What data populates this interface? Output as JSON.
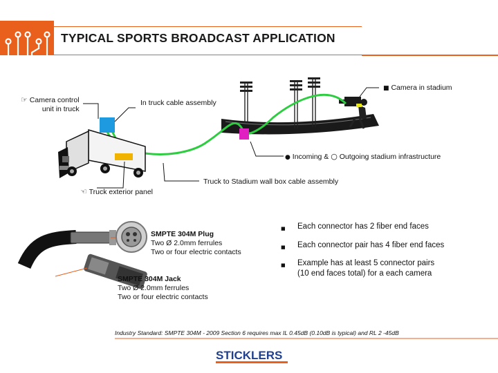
{
  "header": {
    "title": "TYPICAL SPORTS BROADCAST APPLICATION"
  },
  "labels": {
    "camera_control_glyph": "☞",
    "camera_control_line1": "Camera control",
    "camera_control_line2": "unit in truck",
    "in_truck_cable": "In truck cable assembly",
    "camera_glyph": "■",
    "camera_in_stadium": "Camera in stadium",
    "incoming_glyph": "●",
    "incoming": "Incoming &",
    "outgoing_glyph": "○",
    "outgoing": "Outgoing stadium infrastructure",
    "truck_to_stadium": "Truck to Stadium wall box cable assembly",
    "truck_exterior_glyph": "☜",
    "truck_exterior": "Truck exterior panel"
  },
  "connectors": {
    "plug": {
      "title": "SMPTE 304M Plug",
      "line1": "Two Ø 2.0mm ferrules",
      "line2": "Two or four electric contacts"
    },
    "jack": {
      "title": "SMPTE 304M Jack",
      "line1": "Two Ø 2.0mm ferrules",
      "line2": "Two or four electric contacts"
    }
  },
  "bullets": [
    "Each connector has 2 fiber end faces",
    "Each connector pair has 4 fiber end faces",
    "Example has at least 5 connector pairs",
    "(10 end faces total) for a each camera"
  ],
  "bullet_glyph": "■",
  "footnote": "Industry Standard: SMPTE 304M - 2009 Section 6 requires max IL 0.45dB (0.10dB is typical) and RL 2 -45dB",
  "brand": {
    "name": "STICKLERS"
  },
  "colors": {
    "accent": "#e8601c",
    "cable": "#2ecc40",
    "camera_unit_box": "#1e9be0",
    "wallbox": "#e020c0",
    "exterior_panel": "#f0b400"
  }
}
